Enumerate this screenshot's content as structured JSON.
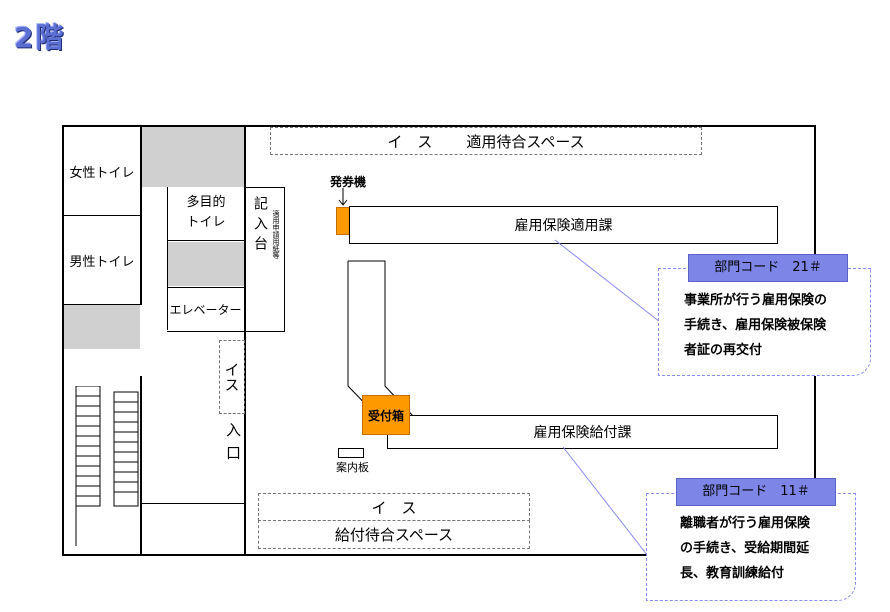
{
  "page": {
    "floor_title": "2階"
  },
  "rooms": {
    "womens_toilet": "女性トイレ",
    "mens_toilet": "男性トイレ",
    "multipurpose_toilet_line1": "多目的",
    "multipurpose_toilet_line2": "トイレ",
    "elevator": "エレベーター",
    "entrance": "入口",
    "writing_desk": "記入台",
    "writing_desk_sub": "適用申請用紙等",
    "stairs_chairs": "イス"
  },
  "areas": {
    "top_waiting_chairs": "イ　ス",
    "top_waiting_space": "適用待合スペース",
    "bottom_waiting_chairs": "イ　ス",
    "bottom_waiting_space": "給付待合スペース"
  },
  "fixtures": {
    "ticket_machine": "発券機",
    "reception_box": "受付箱",
    "info_board": "案内板"
  },
  "counters": {
    "application_section": "雇用保険適用課",
    "benefit_section": "雇用保険給付課"
  },
  "callouts": [
    {
      "code_label": "部門コード　21＃",
      "lines": [
        "事業所が行う雇用保険の",
        "手続き、雇用保険被保険",
        "者証の再交付"
      ]
    },
    {
      "code_label": "部門コード　11＃",
      "lines": [
        "離職者が行う雇用保険",
        "の手続き、受給期間延",
        "長、教育訓練給付"
      ]
    }
  ],
  "colors": {
    "title": "#5b6fd2",
    "callout_header": "#7d86e6",
    "callout_border": "#8a8af0",
    "fixture_orange": "#ff9900",
    "wall_gray": "#d0d0d0"
  }
}
